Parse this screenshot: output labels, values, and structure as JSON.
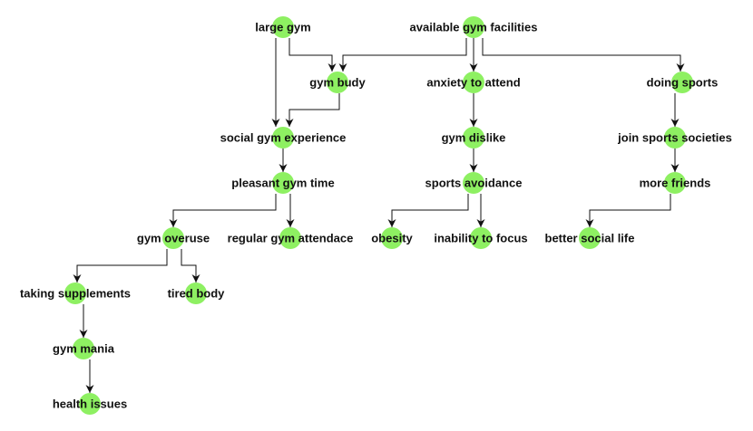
{
  "colors": {
    "node_fill": "#8ef062",
    "edge": "#111111",
    "label": "#111111",
    "background": "#ffffff"
  },
  "nodes": {
    "large_gym": {
      "label": "large gym"
    },
    "available_gym_facilities": {
      "label": "available gym facilities"
    },
    "gym_budy": {
      "label": "gym budy"
    },
    "anxiety_to_attend": {
      "label": "anxiety to attend"
    },
    "doing_sports": {
      "label": "doing sports"
    },
    "social_gym_experience": {
      "label": "social gym experience"
    },
    "gym_dislike": {
      "label": "gym dislike"
    },
    "join_sports_societies": {
      "label": "join sports societies"
    },
    "pleasant_gym_time": {
      "label": "pleasant gym time"
    },
    "sports_avoidance": {
      "label": "sports avoidance"
    },
    "more_friends": {
      "label": "more friends"
    },
    "gym_overuse": {
      "label": "gym overuse"
    },
    "regular_gym_attendace": {
      "label": "regular gym attendace"
    },
    "obesity": {
      "label": "obesity"
    },
    "inability_to_focus": {
      "label": "inability to focus"
    },
    "better_social_life": {
      "label": "better social life"
    },
    "taking_supplements": {
      "label": "taking supplements"
    },
    "tired_body": {
      "label": "tired body"
    },
    "gym_mania": {
      "label": "gym mania"
    },
    "health_issues": {
      "label": "health issues"
    }
  },
  "edges": [
    {
      "from": "large_gym",
      "to": "gym_budy"
    },
    {
      "from": "large_gym",
      "to": "social_gym_experience"
    },
    {
      "from": "available_gym_facilities",
      "to": "gym_budy"
    },
    {
      "from": "available_gym_facilities",
      "to": "anxiety_to_attend"
    },
    {
      "from": "available_gym_facilities",
      "to": "doing_sports"
    },
    {
      "from": "gym_budy",
      "to": "social_gym_experience"
    },
    {
      "from": "anxiety_to_attend",
      "to": "gym_dislike"
    },
    {
      "from": "doing_sports",
      "to": "join_sports_societies"
    },
    {
      "from": "social_gym_experience",
      "to": "pleasant_gym_time"
    },
    {
      "from": "gym_dislike",
      "to": "sports_avoidance"
    },
    {
      "from": "join_sports_societies",
      "to": "more_friends"
    },
    {
      "from": "pleasant_gym_time",
      "to": "gym_overuse"
    },
    {
      "from": "pleasant_gym_time",
      "to": "regular_gym_attendace"
    },
    {
      "from": "sports_avoidance",
      "to": "obesity"
    },
    {
      "from": "sports_avoidance",
      "to": "inability_to_focus"
    },
    {
      "from": "more_friends",
      "to": "better_social_life"
    },
    {
      "from": "gym_overuse",
      "to": "taking_supplements"
    },
    {
      "from": "gym_overuse",
      "to": "tired_body"
    },
    {
      "from": "taking_supplements",
      "to": "gym_mania"
    },
    {
      "from": "gym_mania",
      "to": "health_issues"
    }
  ]
}
